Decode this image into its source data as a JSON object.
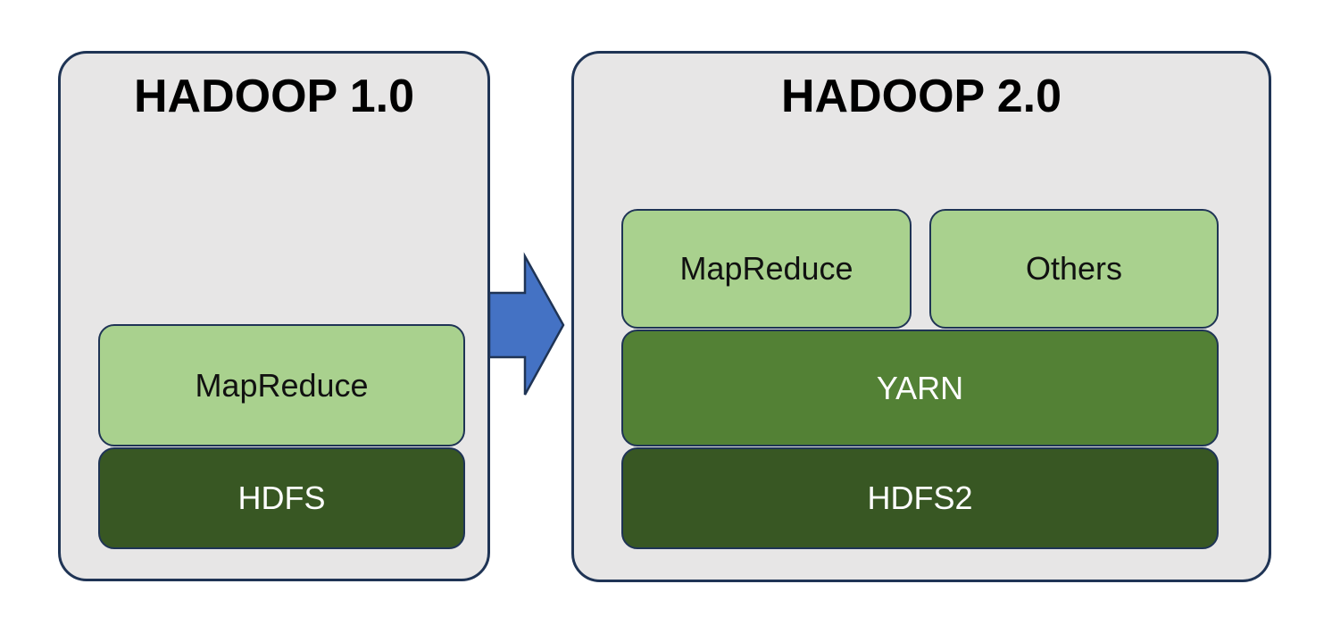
{
  "colors": {
    "panel_fill": "#e7e6e6",
    "border": "#1f3455",
    "light_green": "#a9d18e",
    "medium_green": "#538135",
    "dark_green": "#385723",
    "arrow_blue": "#4472c4",
    "title_text": "#000000",
    "light_box_text": "#111111",
    "dark_box_text": "#ffffff"
  },
  "panels": {
    "hadoop1": {
      "title": "HADOOP 1.0",
      "boxes": {
        "mapreduce": "MapReduce",
        "hdfs": "HDFS"
      }
    },
    "hadoop2": {
      "title": "HADOOP 2.0",
      "boxes": {
        "mapreduce": "MapReduce",
        "others": "Others",
        "yarn": "YARN",
        "hdfs2": "HDFS2"
      }
    }
  },
  "arrow": {
    "direction": "right"
  }
}
